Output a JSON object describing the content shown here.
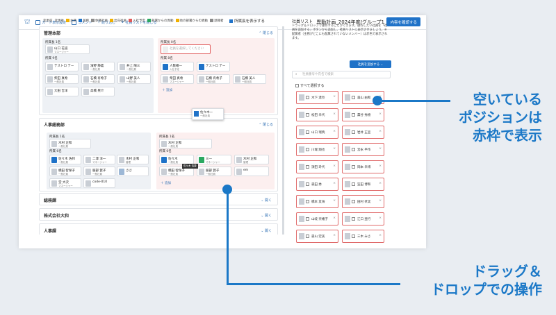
{
  "toolbar": {
    "card_display": "カード表示設定",
    "comment": "コメント",
    "filter": "絞り込む",
    "close_list": "社員リストを閉じる",
    "title": "異動計画_2024年度/グループ1",
    "confirm": "内容を確認する"
  },
  "legend": {
    "l0": "変更前",
    "l1": "変更後",
    "l2": "主務",
    "l3": "兼務",
    "l4": "休職社員",
    "l5": "出向社員",
    "l6": "入社予定",
    "l7": "部署からの異動",
    "l8": "他の部署からの異動",
    "l9": "退職者",
    "colors": [
      "#1f72c8",
      "#f0b000",
      "#e05a5a",
      "#2aa860",
      "#8a8a8a"
    ]
  },
  "show_head": "所属長を表示する",
  "dept1": {
    "name": "管理本部",
    "toggle": "閉じる",
    "pos_head1": "所属長 1名",
    "pos_staff1": "所属 9名",
    "pos_head2": "所属長 0名",
    "pos_staff2": "所属 8名",
    "head_name": "山口 花道",
    "head_role": "マネージャー",
    "vacant_ph": "社員を選択してください",
    "add": "追加",
    "a": [
      {
        "n": "テストロ テー"
      },
      {
        "n": "濱野 静義",
        "r": "一般社員"
      },
      {
        "n": "井上 陽三",
        "r": "一般社員"
      },
      {
        "n": "柴田 真希",
        "r": "一般社員"
      },
      {
        "n": "石橋 有希子",
        "r": "一般社員"
      },
      {
        "n": "山野 美人",
        "r": "一般社員"
      },
      {
        "n": "大田 吉洋"
      },
      {
        "n": "高橋 晃介"
      }
    ],
    "b": [
      {
        "n": "人数確一",
        "r": "入社予定"
      },
      {
        "n": "テストロ テー"
      },
      {
        "n": "柴田 真希",
        "r": "マネージャー"
      },
      {
        "n": "石橋 有希子",
        "r": "一般社員"
      },
      {
        "n": "石橋 美人",
        "r": "一般社員"
      }
    ]
  },
  "drag_card": {
    "n": "佐々木一",
    "r": "一般社員"
  },
  "dept2": {
    "name": "人事総務部",
    "toggle": "閉じる",
    "pos_head1": "所属長 1名",
    "pos_staff1": "所属 6名",
    "pos_head2": "所属長 1名",
    "pos_staff2": "所属 6名",
    "head_name": "木村 正和",
    "head_role": "一般社員",
    "head2_name": "木村 正和",
    "head2_role": "一般社員",
    "add": "追加",
    "tooltip": "佐々木 浩康",
    "a": [
      {
        "n": "佐々木 浩邦",
        "r": "一般社員"
      },
      {
        "n": "二澤 洋一",
        "r": "マネージャー"
      },
      {
        "n": "木村 正和",
        "r": "管理"
      },
      {
        "n": "橋田 智保子",
        "r": "一般社員"
      },
      {
        "n": "服部 賀子",
        "r": "一般社員"
      },
      {
        "n": "ささ"
      },
      {
        "n": "堂 大次",
        "r": "マネージャー"
      },
      {
        "n": "code-010"
      }
    ],
    "b": [
      {
        "n": "佐々木",
        "r": "一般社員"
      },
      {
        "n": "三一",
        "r": "マネージャー"
      },
      {
        "n": "木村 正和",
        "r": "管理"
      },
      {
        "n": "橋田 智保子",
        "r": "一般社員"
      },
      {
        "n": "服部 賀子",
        "r": "一般社員"
      },
      {
        "n": "em"
      }
    ]
  },
  "collapsed": [
    {
      "name": "総務課",
      "toggle": "開く"
    },
    {
      "name": "株式会社大和",
      "toggle": "開く"
    },
    {
      "name": "人事課",
      "toggle": "開く"
    }
  ],
  "emp_panel": {
    "title": "社員リスト",
    "desc": "ドラッグ＆ドロップで操作することができます。操作したい社員を「社員を追加する」ボタンから追加し、社員リストに表示させましょう。※配属者（主務がどこにも配属されていないメンバー）は赤色で表示されます。",
    "add_btn": "社員を追加する",
    "search_ph": "社員番号や氏名で検索",
    "select_all": "すべて選択する",
    "people": [
      [
        "木下 達奈",
        "森山 由和"
      ],
      [
        "松田 幸代",
        "薫谷 秀樹"
      ],
      [
        "山口 瑞暁",
        "岩井 正宣"
      ],
      [
        "川端 翔也",
        "宮永 平作"
      ],
      [
        "須田 玲代",
        "岡本 幸博"
      ],
      [
        "森田 秀",
        "笠田 博和"
      ],
      [
        "橋本 友海",
        "田村 孝実"
      ],
      [
        "山岐 奈緒子",
        "江口 亜行"
      ],
      [
        "森山 宏美",
        "三木 みさ"
      ]
    ]
  },
  "annotations": {
    "vacant_l1": "空いている",
    "vacant_l2": "ポジションは",
    "vacant_l3": "赤枠で表示",
    "dnd_l1": "ドラッグ＆",
    "dnd_l2": "ドロップでの操作"
  }
}
